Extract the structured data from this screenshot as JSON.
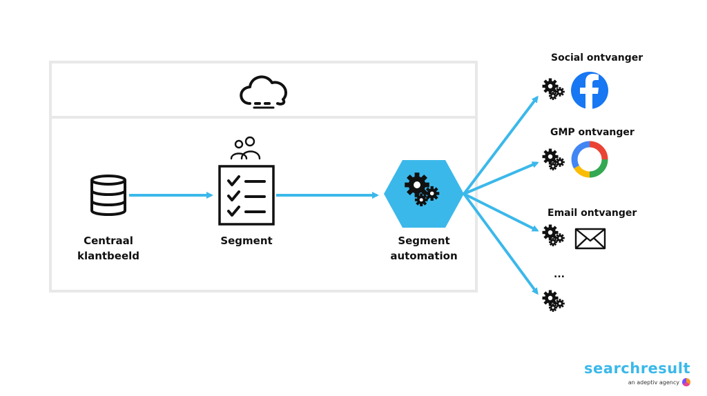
{
  "nodes": {
    "database": {
      "label_line1": "Centraal",
      "label_line2": "klantbeeld"
    },
    "segment": {
      "label": "Segment"
    },
    "automation": {
      "label_line1": "Segment",
      "label_line2": "automation"
    }
  },
  "destinations": [
    {
      "label": "Social ontvanger",
      "icon": "facebook-icon"
    },
    {
      "label": "GMP ontvanger",
      "icon": "google-marketing-platform-icon"
    },
    {
      "label": "Email ontvanger",
      "icon": "envelope-icon"
    },
    {
      "label": "...",
      "icon": ""
    }
  ],
  "colors": {
    "arrow": "#3bb8ea",
    "hexagon": "#3bb8ea",
    "panel_border": "#e8e8e8",
    "brand": "#3bb8ea"
  },
  "brand": {
    "name": "searchresult",
    "tagline": "an adeptiv agency"
  }
}
